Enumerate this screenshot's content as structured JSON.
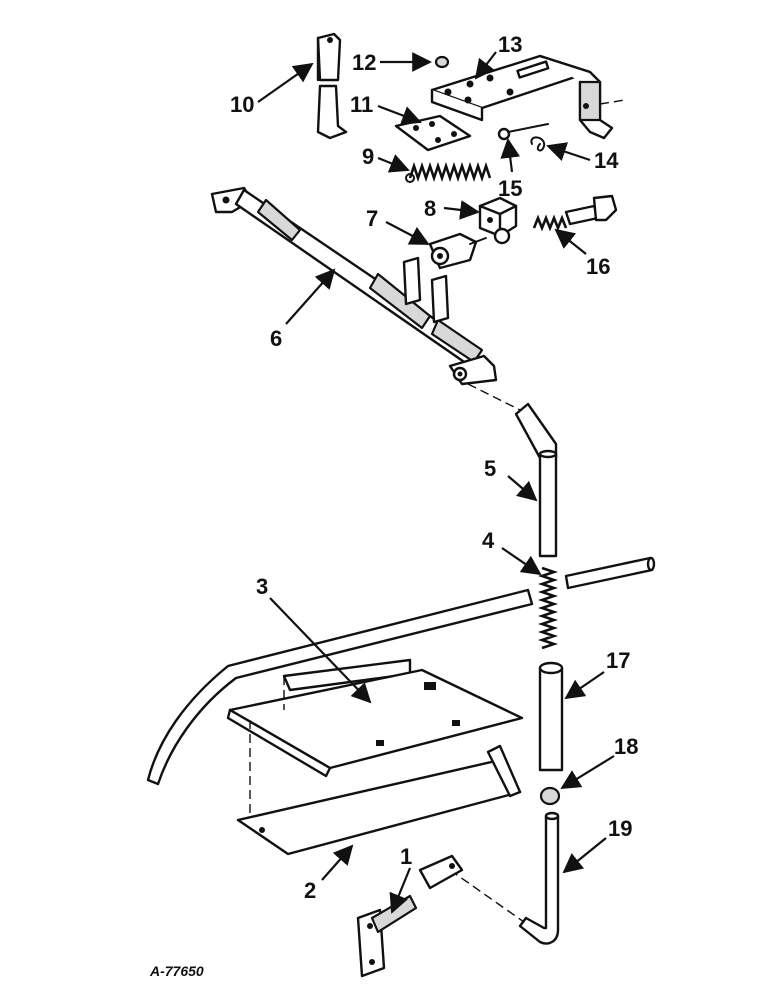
{
  "diagram": {
    "callouts": [
      "1",
      "2",
      "3",
      "4",
      "5",
      "6",
      "7",
      "8",
      "9",
      "10",
      "11",
      "12",
      "13",
      "14",
      "15",
      "16",
      "17",
      "18",
      "19"
    ],
    "figure_code": "A-77650"
  }
}
